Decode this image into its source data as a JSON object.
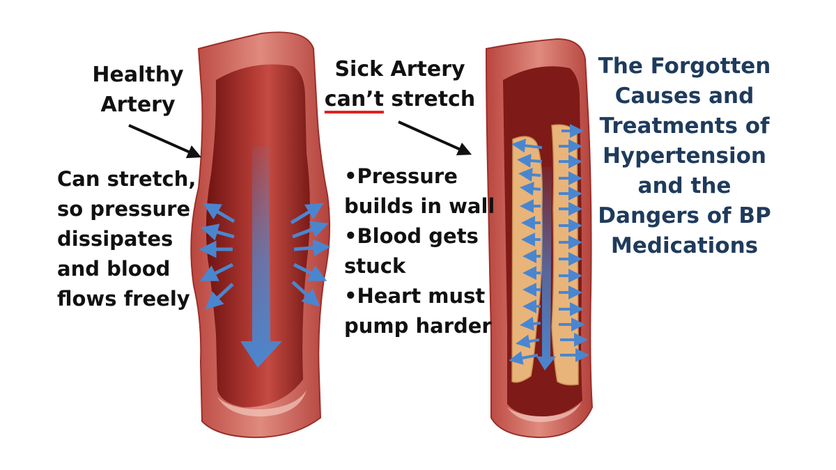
{
  "healthy": {
    "heading": [
      "Healthy",
      "Artery"
    ],
    "description": [
      "Can stretch,",
      "so pressure",
      "dissipates",
      "and blood",
      "flows freely"
    ]
  },
  "sick": {
    "heading_line1": "Sick Artery",
    "heading_line2_underlined": "can’t",
    "heading_line2_rest": " stretch",
    "bullets": [
      "•Pressure",
      "builds in wall",
      "•Blood gets",
      "stuck",
      "•Heart must",
      "pump harder"
    ]
  },
  "title": [
    "The Forgotten",
    "Causes and",
    "Treatments of",
    "Hypertension",
    "and the",
    "Dangers of BP",
    "Medications"
  ],
  "colors": {
    "artery_outer": "#c1524d",
    "artery_inner": "#8a1f1c",
    "plaque": "#e8b47a",
    "arrow": "#4a86cf",
    "title_text": "#1f3b5c",
    "underline": "#e02020"
  }
}
